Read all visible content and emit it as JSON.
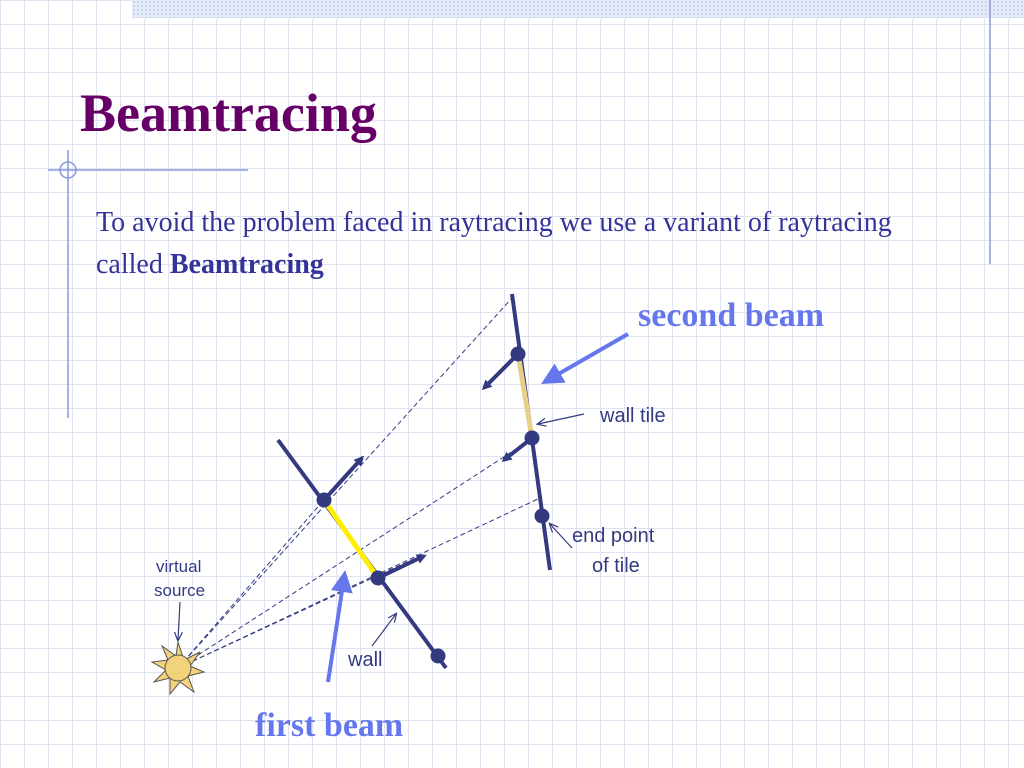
{
  "slide": {
    "title": "Beamtracing",
    "body_prefix": "To avoid the problem faced in raytracing we use a variant of raytracing called ",
    "body_bold": "Beamtracing"
  },
  "diagram": {
    "labels": {
      "second_beam": "second beam",
      "first_beam": "first beam",
      "wall_tile": "wall tile",
      "end_point_line1": "end point",
      "end_point_line2": "of tile",
      "virtual_line1": "virtual",
      "virtual_line2": "source",
      "wall": "wall"
    }
  },
  "colors": {
    "title": "#660066",
    "body_text": "#333399",
    "beam_label": "#6677ee",
    "wall": "#333a80",
    "first_beam_segment": "#ffee00",
    "second_beam_segment": "#e8d08a",
    "sun": "#f2d27a"
  }
}
